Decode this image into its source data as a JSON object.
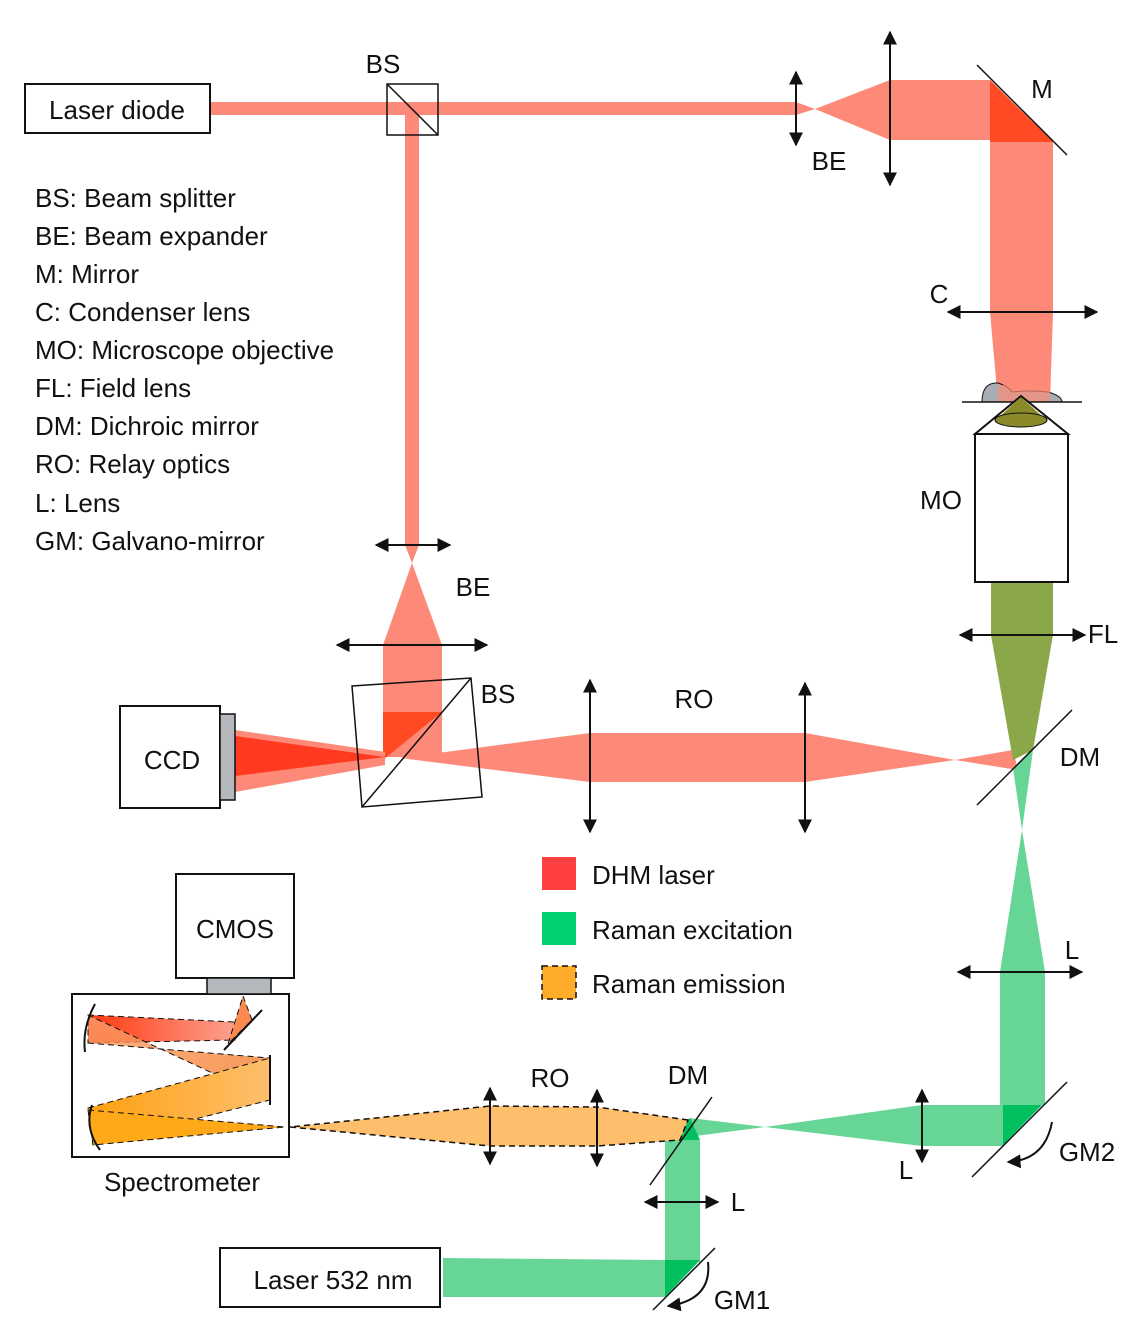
{
  "components": {
    "laser_diode": "Laser diode",
    "laser_532": "Laser 532 nm",
    "ccd": "CCD",
    "cmos": "CMOS",
    "spectrometer": "Spectrometer"
  },
  "labels": {
    "bs_top": "BS",
    "bs_mid": "BS",
    "be_top": "BE",
    "be_left": "BE",
    "m": "M",
    "c": "C",
    "mo": "MO",
    "fl": "FL",
    "dm_upper": "DM",
    "dm_lower": "DM",
    "ro_upper": "RO",
    "ro_lower": "RO",
    "l_upper": "L",
    "l_mid": "L",
    "l_lower": "L",
    "gm1": "GM1",
    "gm2": "GM2"
  },
  "abbreviations": [
    "BS: Beam splitter",
    "BE: Beam expander",
    "M: Mirror",
    "C: Condenser lens",
    "MO: Microscope objective",
    "FL: Field lens",
    "DM: Dichroic mirror",
    "RO: Relay optics",
    "L: Lens",
    "GM: Galvano-mirror"
  ],
  "legend": [
    {
      "label": "DHM laser",
      "color": "#ff4040"
    },
    {
      "label": "Raman excitation",
      "color": "#00d070"
    },
    {
      "label": "Raman emission",
      "color": "#fdab28"
    }
  ],
  "colors": {
    "dhm_beam": "#fd8a78",
    "dhm_overlap": "#ff4a24",
    "raman_excitation_beam": "#66d596",
    "raman_excitation_overlap": "#00c060",
    "combined_beam": "#8aa84a",
    "raman_emission_beam": "#fdbf6c"
  }
}
